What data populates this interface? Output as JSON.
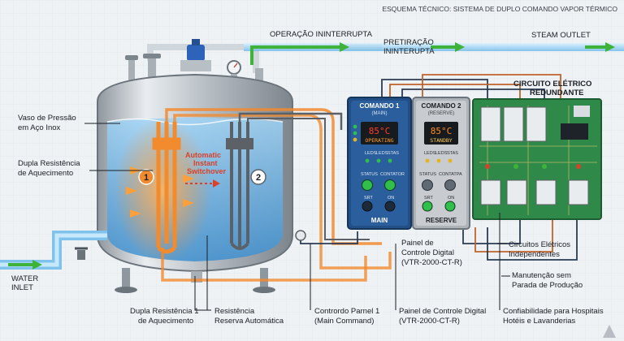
{
  "title": "ESQUEMA TÉCNICO: SISTEMA DE DUPLO COMANDO VAPOR TÉRMICO",
  "flow_labels": {
    "operation": "OPERAÇÃO ININTERRUPTA",
    "pretiration_1": "PRETIRAÇÃO",
    "pretiration_2": "ININTERUPTA",
    "steam_outlet": "STEAM OUTLET",
    "water_inlet_1": "WATER",
    "water_inlet_2": "INLET"
  },
  "vessel": {
    "label_1": "Vaso de Pressão",
    "label_2": "em Aço Inox",
    "heater_label_1": "Dupla Resistência",
    "heater_label_2": "de Aquecimento",
    "marker_1": "1",
    "marker_2": "2",
    "switch_1": "Automatic",
    "switch_2": "Instant",
    "switch_3": "Switchover"
  },
  "circuit": {
    "title_1": "CIRCUITO ELÉTRICO",
    "title_2": "REDUNDANTE"
  },
  "panel1": {
    "title": "COMANDO 1",
    "sub": "(MAIN)",
    "temp": "85°C",
    "state": "OPERATING",
    "ind": [
      "LEDS",
      "LEDS",
      "STAS"
    ],
    "btn_a": "STATUS",
    "btn_b": "CONTATOR",
    "btn_c": "SRT",
    "btn_d": "ON",
    "foot": "MAIN",
    "led_color": "#2fbf4a"
  },
  "panel2": {
    "title": "COMANDO 2",
    "sub": "(RESERVE)",
    "temp": "85°C",
    "state": "STANDBY",
    "ind": [
      "LEDS",
      "LEDS",
      "STAS"
    ],
    "btn_a": "STATUS",
    "btn_b": "CONTATPA",
    "btn_c": "SRT",
    "btn_d": "ON",
    "foot": "RESERVE",
    "led_color": "#e6b21f"
  },
  "side_labels": {
    "panel_1": "Painel de",
    "panel_2": "Controle Digital",
    "panel_3": "(VTR-2000-CT-R)",
    "circuits_1": "Circuitos Elétricos",
    "circuits_2": "Independentes",
    "maint_1": "Manutenção sem",
    "maint_2": "Parada de Produção"
  },
  "bottom_labels": {
    "b1_1": "Dupla Resistência 1",
    "b1_2": "de Aquecimento",
    "b2_1": "Resistência",
    "b2_2": "Reserva Automática",
    "b3_1": "Contrordo Parnel 1",
    "b3_2": "(Main Command)",
    "b4_1": "Painel de Controle Digital",
    "b4_2": "(VTR-2000-CT-R)",
    "b5_1": "Confiabilidade para Hospitais",
    "b5_2": "Hotéis e Lavanderias"
  },
  "colors": {
    "steam_arrow": "#3fb23a",
    "water": "#4a9fd8",
    "heater": "#f28a2e",
    "panel_blue": "#214f86",
    "panel_grey": "#aeb3b8",
    "pcb": "#2f8a4a"
  }
}
